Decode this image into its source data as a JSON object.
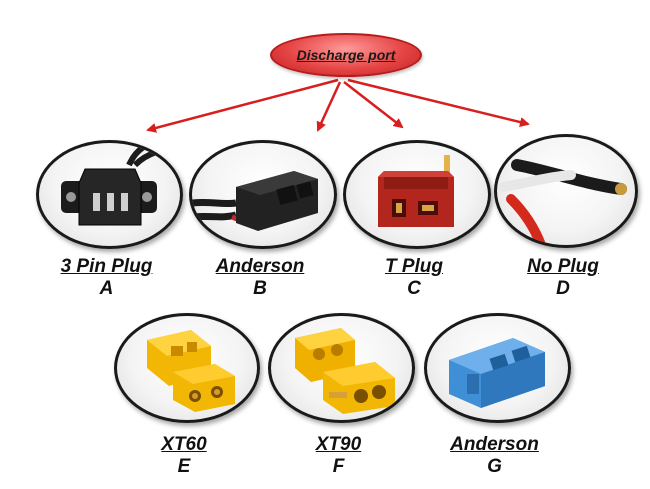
{
  "header": {
    "label": "Discharge port"
  },
  "colors": {
    "header_fill": "#e64545",
    "arrow": "#d81e1e",
    "oval_border": "#1a1a1a",
    "connector_black": "#1b1b1b",
    "connector_red": "#b3261e",
    "connector_yellow": "#f2b705",
    "connector_blue": "#3f8fd6",
    "wire_red": "#d42a1d",
    "wire_white": "#f5f5f5",
    "label_text": "#111111"
  },
  "connectors": [
    {
      "name": "3 Pin Plug",
      "letter": "A",
      "icon": "iec-3-pin-plug-icon"
    },
    {
      "name": "Anderson",
      "letter": "B",
      "icon": "black-anderson-connector-icon"
    },
    {
      "name": "T Plug",
      "letter": "C",
      "icon": "red-t-plug-icon"
    },
    {
      "name": "No Plug",
      "letter": "D",
      "icon": "bare-wires-icon"
    },
    {
      "name": "XT60",
      "letter": "E",
      "icon": "yellow-xt60-connector-icon"
    },
    {
      "name": "XT90",
      "letter": "F",
      "icon": "yellow-xt90-connector-icon"
    },
    {
      "name": "Anderson",
      "letter": "G",
      "icon": "blue-anderson-connector-icon"
    }
  ]
}
